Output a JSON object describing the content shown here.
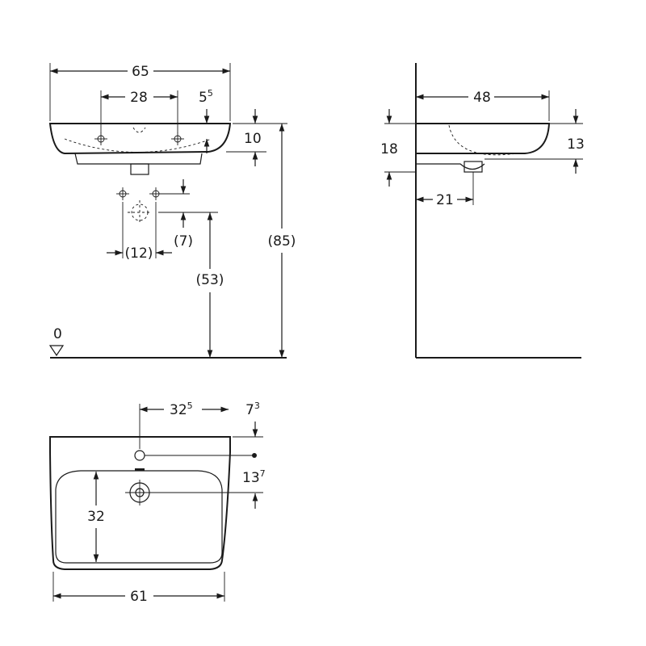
{
  "front_view": {
    "width": "65",
    "tap_spacing": "28",
    "tap_offset": "5",
    "tap_offset_sup": "5",
    "rim_height": "10",
    "total_height": "(85)",
    "drain_height": "(53)",
    "drain_offset": "(7)",
    "supply_spacing": "(12)",
    "floor_level": "0"
  },
  "side_view": {
    "depth": "48",
    "bowl_height": "18",
    "rim_to_outlet": "13",
    "wall_to_outlet": "21"
  },
  "top_view": {
    "tap_hole_from_wall": "32",
    "tap_hole_from_wall_sup": "5",
    "tap_hole_setback": "7",
    "tap_hole_setback_sup": "3",
    "drain_from_tap": "13",
    "drain_from_tap_sup": "7",
    "bowl_depth": "32",
    "bowl_width": "61"
  }
}
